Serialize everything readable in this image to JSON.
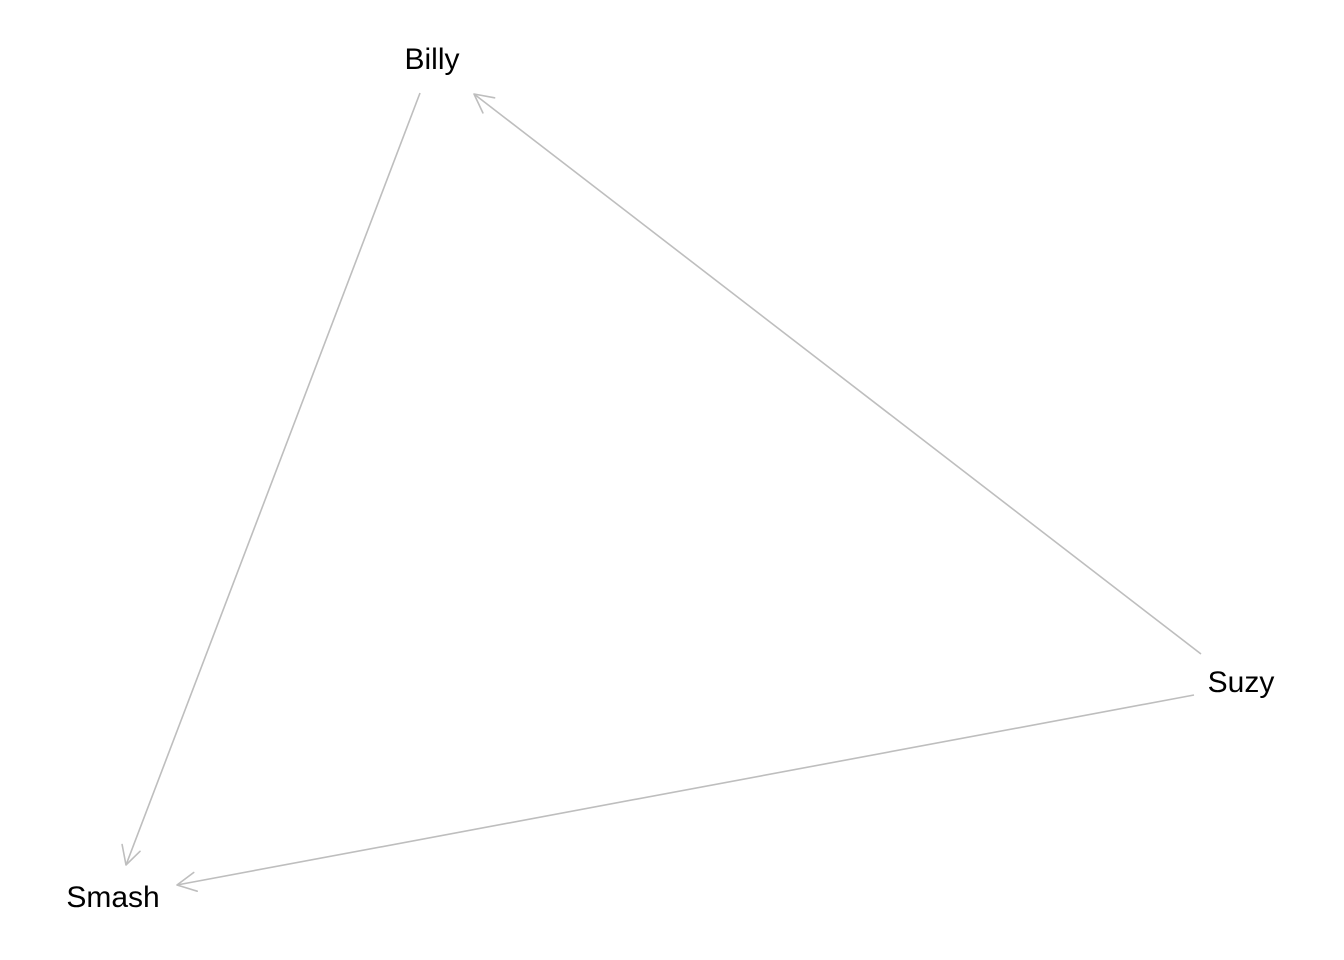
{
  "diagram": {
    "nodes": [
      {
        "id": "billy",
        "label": "Billy"
      },
      {
        "id": "suzy",
        "label": "Suzy"
      },
      {
        "id": "smash",
        "label": "Smash"
      }
    ],
    "edges": [
      {
        "from": "suzy",
        "to": "billy"
      },
      {
        "from": "billy",
        "to": "smash"
      },
      {
        "from": "suzy",
        "to": "smash"
      }
    ],
    "colors": {
      "edge": "#bebebe",
      "label": "#000000",
      "background": "#ffffff"
    }
  }
}
